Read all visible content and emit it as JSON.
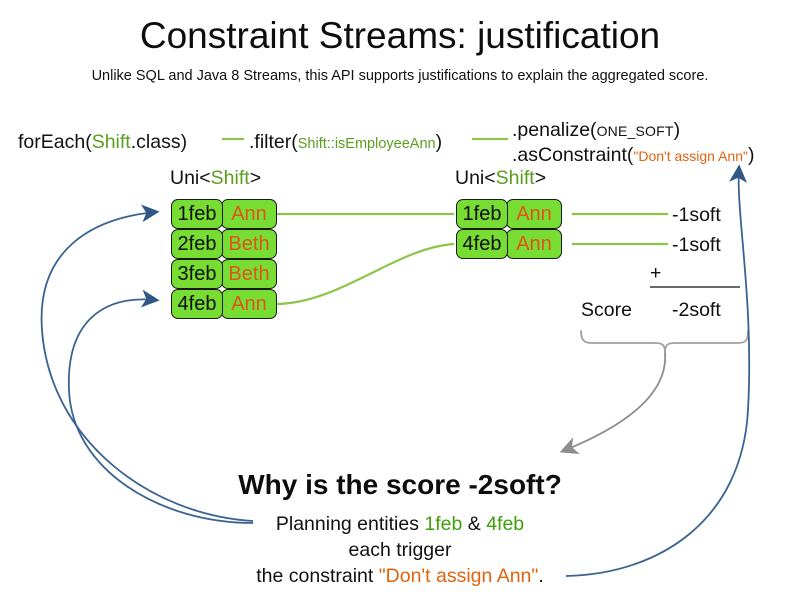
{
  "slide": {
    "title": "Constraint Streams: justification",
    "subtitle": "Unlike SQL and Java 8 Streams, this API supports justifications to explain the aggregated score."
  },
  "code_pipeline": {
    "foreach": {
      "call": "forEach(",
      "type": "Shift",
      "tail": ".class)"
    },
    "filter": {
      "call": ".filter(",
      "arg": "Shift::isEmployeeAnn",
      "tail": ")"
    },
    "penalize": {
      "call": ".penalize(",
      "arg": "ONE_SOFT",
      "tail": ")"
    },
    "as_constraint": {
      "call": ".asConstraint(",
      "arg": "\"Don't assign Ann\"",
      "tail": ")"
    }
  },
  "streams": {
    "left": {
      "header": {
        "prefix": "Uni<",
        "type": "Shift",
        "suffix": ">"
      },
      "rows": [
        {
          "date": "1feb",
          "employee": "Ann"
        },
        {
          "date": "2feb",
          "employee": "Beth"
        },
        {
          "date": "3feb",
          "employee": "Beth"
        },
        {
          "date": "4feb",
          "employee": "Ann"
        }
      ]
    },
    "right": {
      "header": {
        "prefix": "Uni<",
        "type": "Shift",
        "suffix": ">"
      },
      "rows": [
        {
          "date": "1feb",
          "employee": "Ann"
        },
        {
          "date": "4feb",
          "employee": "Ann"
        }
      ]
    }
  },
  "score_panel": {
    "impacts": [
      "-1soft",
      "-1soft"
    ],
    "operator": "+",
    "label": "Score",
    "total": "-2soft"
  },
  "explanation": {
    "heading": "Why is the score -2soft?",
    "line1": {
      "prefix": "Planning entities ",
      "entity_a": "1feb",
      "conjunction": " & ",
      "entity_b": "4feb"
    },
    "line2": "each trigger",
    "line3": {
      "prefix": "the constraint ",
      "constraint": "\"Don't assign Ann\"",
      "suffix": "."
    }
  },
  "colors": {
    "fact_box_fill": "#77dd33",
    "fact_box_border": "#1a1a1a",
    "type_green": "#5a9e20",
    "entity_green": "#3fa009",
    "string_orange": "#e0640f",
    "employee_orange": "#e0541a",
    "connector_green": "#8ec449",
    "justification_blue": "#3a6391",
    "brace_gray": "#9a9a9a"
  }
}
